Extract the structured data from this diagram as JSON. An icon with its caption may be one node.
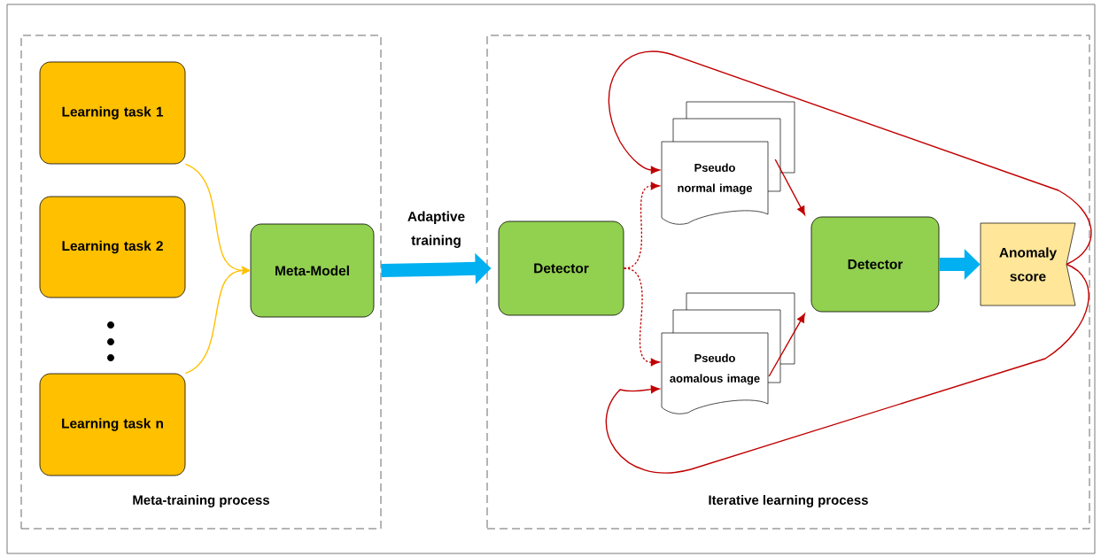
{
  "diagram": {
    "nodes": [
      {
        "text": [
          "Meta-training process"
        ]
      },
      {
        "text": [
          "Learning task 1"
        ],
        "in": 0
      },
      {
        "text": [
          "Learning task 2"
        ],
        "in": 0
      },
      {
        "text": [
          "Learning task n"
        ],
        "in": 0
      },
      {
        "text": [
          "Meta-Model"
        ],
        "in": 0
      },
      {
        "text": [
          "Iterative learning process"
        ]
      },
      {
        "text": [
          "Detector"
        ],
        "in": 5
      },
      {
        "text": [
          "Pseudo normal image"
        ],
        "in": 5
      },
      {
        "text": [
          "Pseudo aomalous image"
        ],
        "in": 5
      },
      {
        "text": [
          "Detector"
        ],
        "in": 5
      },
      {
        "text": [
          "Anomaly score"
        ],
        "in": 5
      }
    ],
    "edges": [
      {
        "from": 1,
        "to": 4,
        "arrow": "to",
        "color": "#ffc000"
      },
      {
        "from": 3,
        "to": 4,
        "arrow": "to",
        "color": "#ffc000"
      },
      {
        "from": 4,
        "to": 6,
        "arrow": "to",
        "label": "Adaptive training",
        "style": "thick",
        "color": "#00b0f0"
      },
      {
        "from": 6,
        "to": 7,
        "arrow": "to",
        "style": "dashed"
      },
      {
        "from": 6,
        "to": 8,
        "arrow": "to",
        "style": "dashed"
      },
      {
        "from": 7,
        "to": 9,
        "arrow": "to"
      },
      {
        "from": 8,
        "to": 9,
        "arrow": "to"
      },
      {
        "from": 9,
        "to": 10,
        "arrow": "to",
        "style": "thick",
        "color": "#00b0f0"
      },
      {
        "from": 10,
        "to": 7,
        "arrow": "to"
      },
      {
        "from": 10,
        "to": 8,
        "arrow": "to"
      }
    ]
  }
}
